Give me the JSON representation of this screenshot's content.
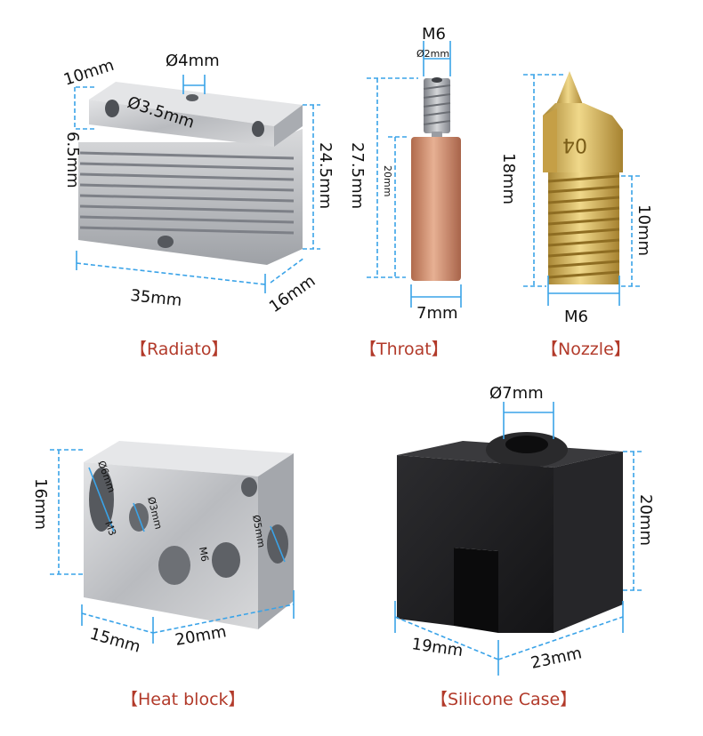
{
  "captions": {
    "radiator": "【Radiato】",
    "throat": "【Throat】",
    "nozzle": "【Nozzle】",
    "heat_block": "【Heat block】",
    "silicone_case": "【Silicone Case】"
  },
  "radiator_dims": {
    "hole_top": "Ø4mm",
    "side_10": "10mm",
    "side_6_5": "6.5mm",
    "hole_front": "Ø3.5mm",
    "height": "24.5mm",
    "length": "35mm",
    "depth": "16mm"
  },
  "throat_dims": {
    "thread": "M6",
    "bore": "Ø2mm",
    "total": "27.5mm",
    "tube": "20mm",
    "diameter": "7mm"
  },
  "nozzle_dims": {
    "marking": "04",
    "total": "18mm",
    "thread_len": "10mm",
    "thread": "M6"
  },
  "heat_block_dims": {
    "height": "16mm",
    "hole_6": "Ø6mm",
    "m3": "M3",
    "hole_3": "Ø3mm",
    "m6": "M6",
    "hole_5": "Ø5mm",
    "depth": "15mm",
    "width": "20mm"
  },
  "silicone_dims": {
    "hole": "Ø7mm",
    "height": "20mm",
    "depth": "19mm",
    "width": "23mm"
  },
  "colors": {
    "dimension_line": "#3aa3e8",
    "caption_text": "#b23a2a",
    "aluminum": "#c9cacc",
    "copper": "#c98a6a",
    "brass": "#d6b35a",
    "silicone": "#1c1c1e"
  }
}
